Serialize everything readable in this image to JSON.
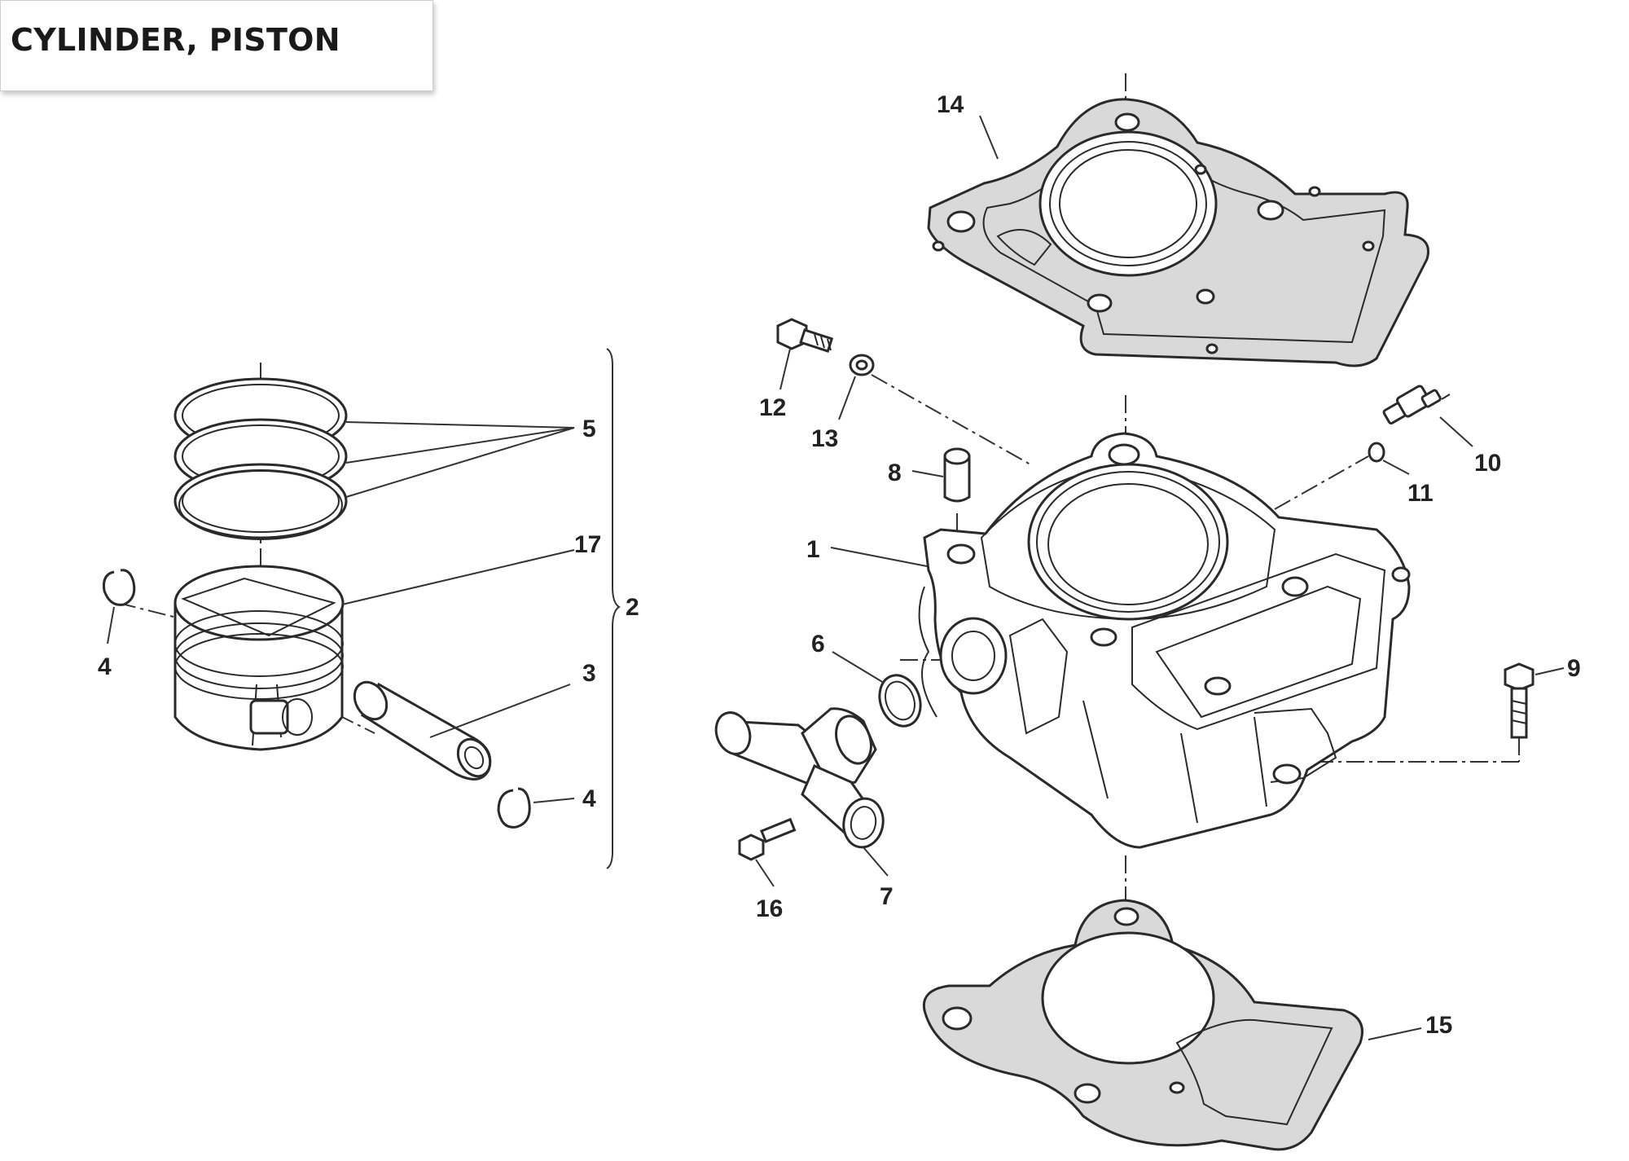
{
  "title": "CYLINDER, PISTON",
  "callouts": [
    {
      "id": "1",
      "label": "1"
    },
    {
      "id": "2",
      "label": "2"
    },
    {
      "id": "3",
      "label": "3"
    },
    {
      "id": "4a",
      "label": "4"
    },
    {
      "id": "4b",
      "label": "4"
    },
    {
      "id": "5",
      "label": "5"
    },
    {
      "id": "6",
      "label": "6"
    },
    {
      "id": "7",
      "label": "7"
    },
    {
      "id": "8",
      "label": "8"
    },
    {
      "id": "9",
      "label": "9"
    },
    {
      "id": "10",
      "label": "10"
    },
    {
      "id": "11",
      "label": "11"
    },
    {
      "id": "12",
      "label": "12"
    },
    {
      "id": "13",
      "label": "13"
    },
    {
      "id": "14",
      "label": "14"
    },
    {
      "id": "15",
      "label": "15"
    },
    {
      "id": "16",
      "label": "16"
    },
    {
      "id": "17",
      "label": "17"
    }
  ],
  "colors": {
    "line": "#333333",
    "gasket_fill": "#d9d9d9",
    "text": "#222222"
  }
}
